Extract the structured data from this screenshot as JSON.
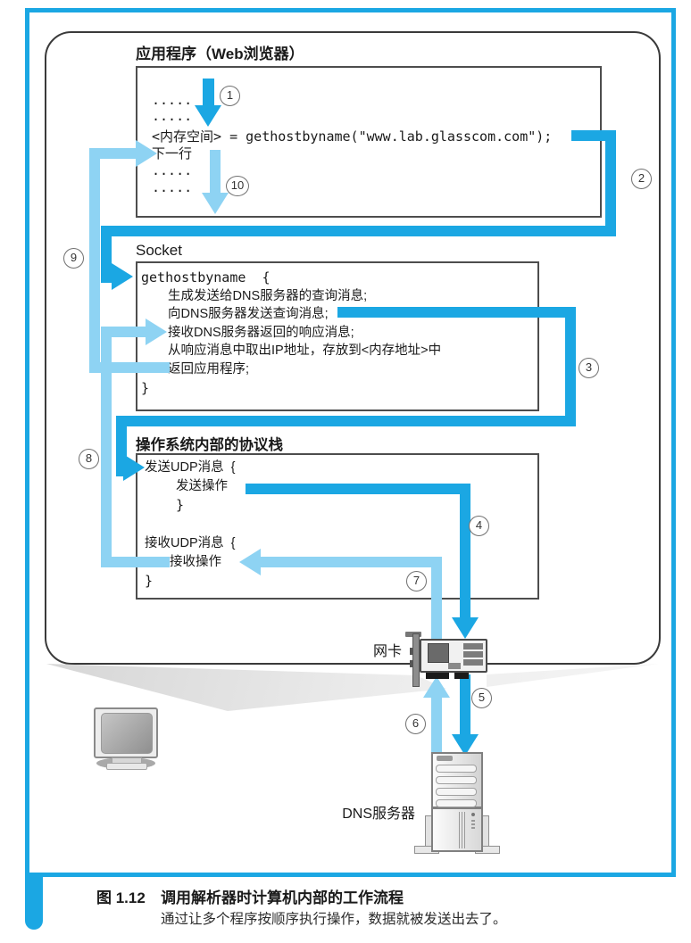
{
  "colors": {
    "dark": "#1ba7e3",
    "light": "#8ed3f3",
    "frame": "#1ba7e3",
    "border": "#4d4d4d"
  },
  "figure": {
    "label": "图 1.12",
    "title": "调用解析器时计算机内部的工作流程",
    "subtitle": "通过让多个程序按顺序执行操作，数据就被发送出去了。"
  },
  "application": {
    "title": "应用程序（Web浏览器）",
    "code": [
      ".....",
      ".....",
      "<内存空间> = gethostbyname(\"www.lab.glasscom.com\");",
      "下一行",
      ".....",
      "....."
    ]
  },
  "socket": {
    "title": "Socket",
    "lines": [
      "gethostbyname  {",
      "生成发送给DNS服务器的查询消息;",
      "向DNS服务器发送查询消息;",
      "接收DNS服务器返回的响应消息;",
      "从响应消息中取出IP地址，存放到<内存地址>中",
      "返回应用程序;",
      "}"
    ]
  },
  "protocol_stack": {
    "title": "操作系统内部的协议栈",
    "send_block": [
      "发送UDP消息  {",
      "发送操作",
      "}"
    ],
    "recv_block": [
      "接收UDP消息  {",
      "接收操作",
      "}"
    ]
  },
  "nic": {
    "label": "网卡"
  },
  "dns": {
    "label": "DNS服务器"
  },
  "steps": {
    "n1": "1",
    "n2": "2",
    "n3": "3",
    "n4": "4",
    "n5": "5",
    "n6": "6",
    "n7": "7",
    "n8": "8",
    "n9": "9",
    "n10": "10"
  }
}
